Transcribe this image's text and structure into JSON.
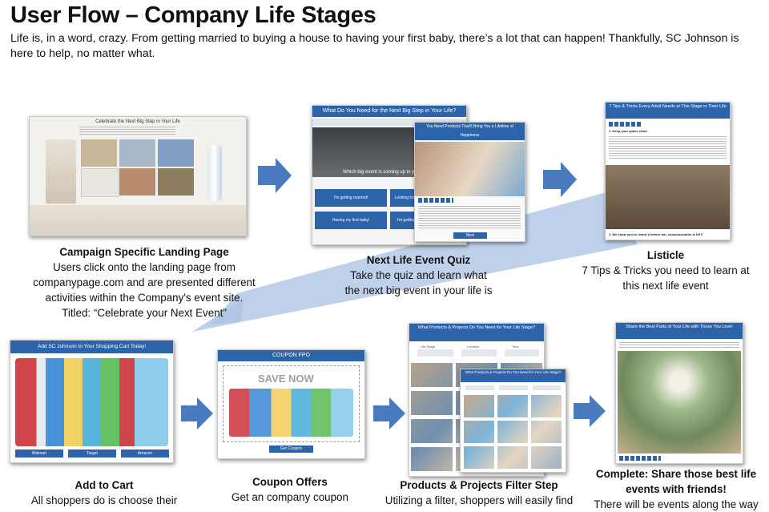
{
  "page": {
    "title": "User Flow – Company Life Stages",
    "intro": "Life is, in a word, crazy. From getting married to buying a house to having your first baby, there’s a lot that can happen! Thankfully, SC Johnson is here to help, no matter what."
  },
  "steps": {
    "landing": {
      "heading": "Campaign Specific Landing Page",
      "line1": "Users click onto the landing page from",
      "line2": "companypage.com and are presented different",
      "line3": "activities within the Company's event site.",
      "line4": "Titled: “Celebrate your Next Event”",
      "screen_title": "Celebrate the Next Big Step in Your Life"
    },
    "quiz": {
      "heading": "Next Life Event Quiz",
      "line1": "Take the quiz and learn what",
      "line2": "the next big event in your life is",
      "screen_title": "What Do You Need for the Next Big Step in Your Life?",
      "screen_question": "Which big event is coming up in yo",
      "answer1": "I'm getting married!",
      "answer2": "Looking for a",
      "answer3": "Having my first baby!",
      "answer4": "I'm getting",
      "result_title": "You Need Products That'll Bring You a Lifetime of Happiness",
      "next_label": "Next"
    },
    "listicle": {
      "heading": "Listicle",
      "line1": "7 Tips & Tricks you need to learn at",
      "line2": "this next life event",
      "screen_title": "7 Tips & Tricks Every Adult Needs at This Stage in Their Life",
      "tip1": "1. Keep your space clean.",
      "tip2": "2. We know you've heard it before but, communication is KEY."
    },
    "cart": {
      "heading": "Add to Cart",
      "line1": "All shoppers do is choose their",
      "screen_title": "Add SC Johnson to Your Shopping Cart Today!",
      "retailers": [
        "Walmart",
        "Target",
        "Amazon"
      ]
    },
    "coupon": {
      "heading": "Coupon Offers",
      "line1": "Get an company coupon",
      "screen_title": "COUPON FPO",
      "save_text": "SAVE NOW",
      "get_label": "Get Coupon"
    },
    "filter": {
      "heading": "Products & Projects Filter Step",
      "line1": "Utilizing a filter, shoppers will easily find",
      "screen_title": "What Products & Projects Do You Need for Your Life Stage?",
      "filters": [
        "Life Stage",
        "Location",
        "Time"
      ]
    },
    "complete": {
      "heading_line1": "Complete: Share those best life",
      "heading_line2": "events with friends!",
      "line1": "There will be events along the way",
      "screen_title": "Share the Best Parts of Your Life with Those You Love!"
    }
  },
  "colors": {
    "accent": "#2d63a8",
    "arrow": "#4a7bbf",
    "arrow_light": "#a9c2e3"
  }
}
